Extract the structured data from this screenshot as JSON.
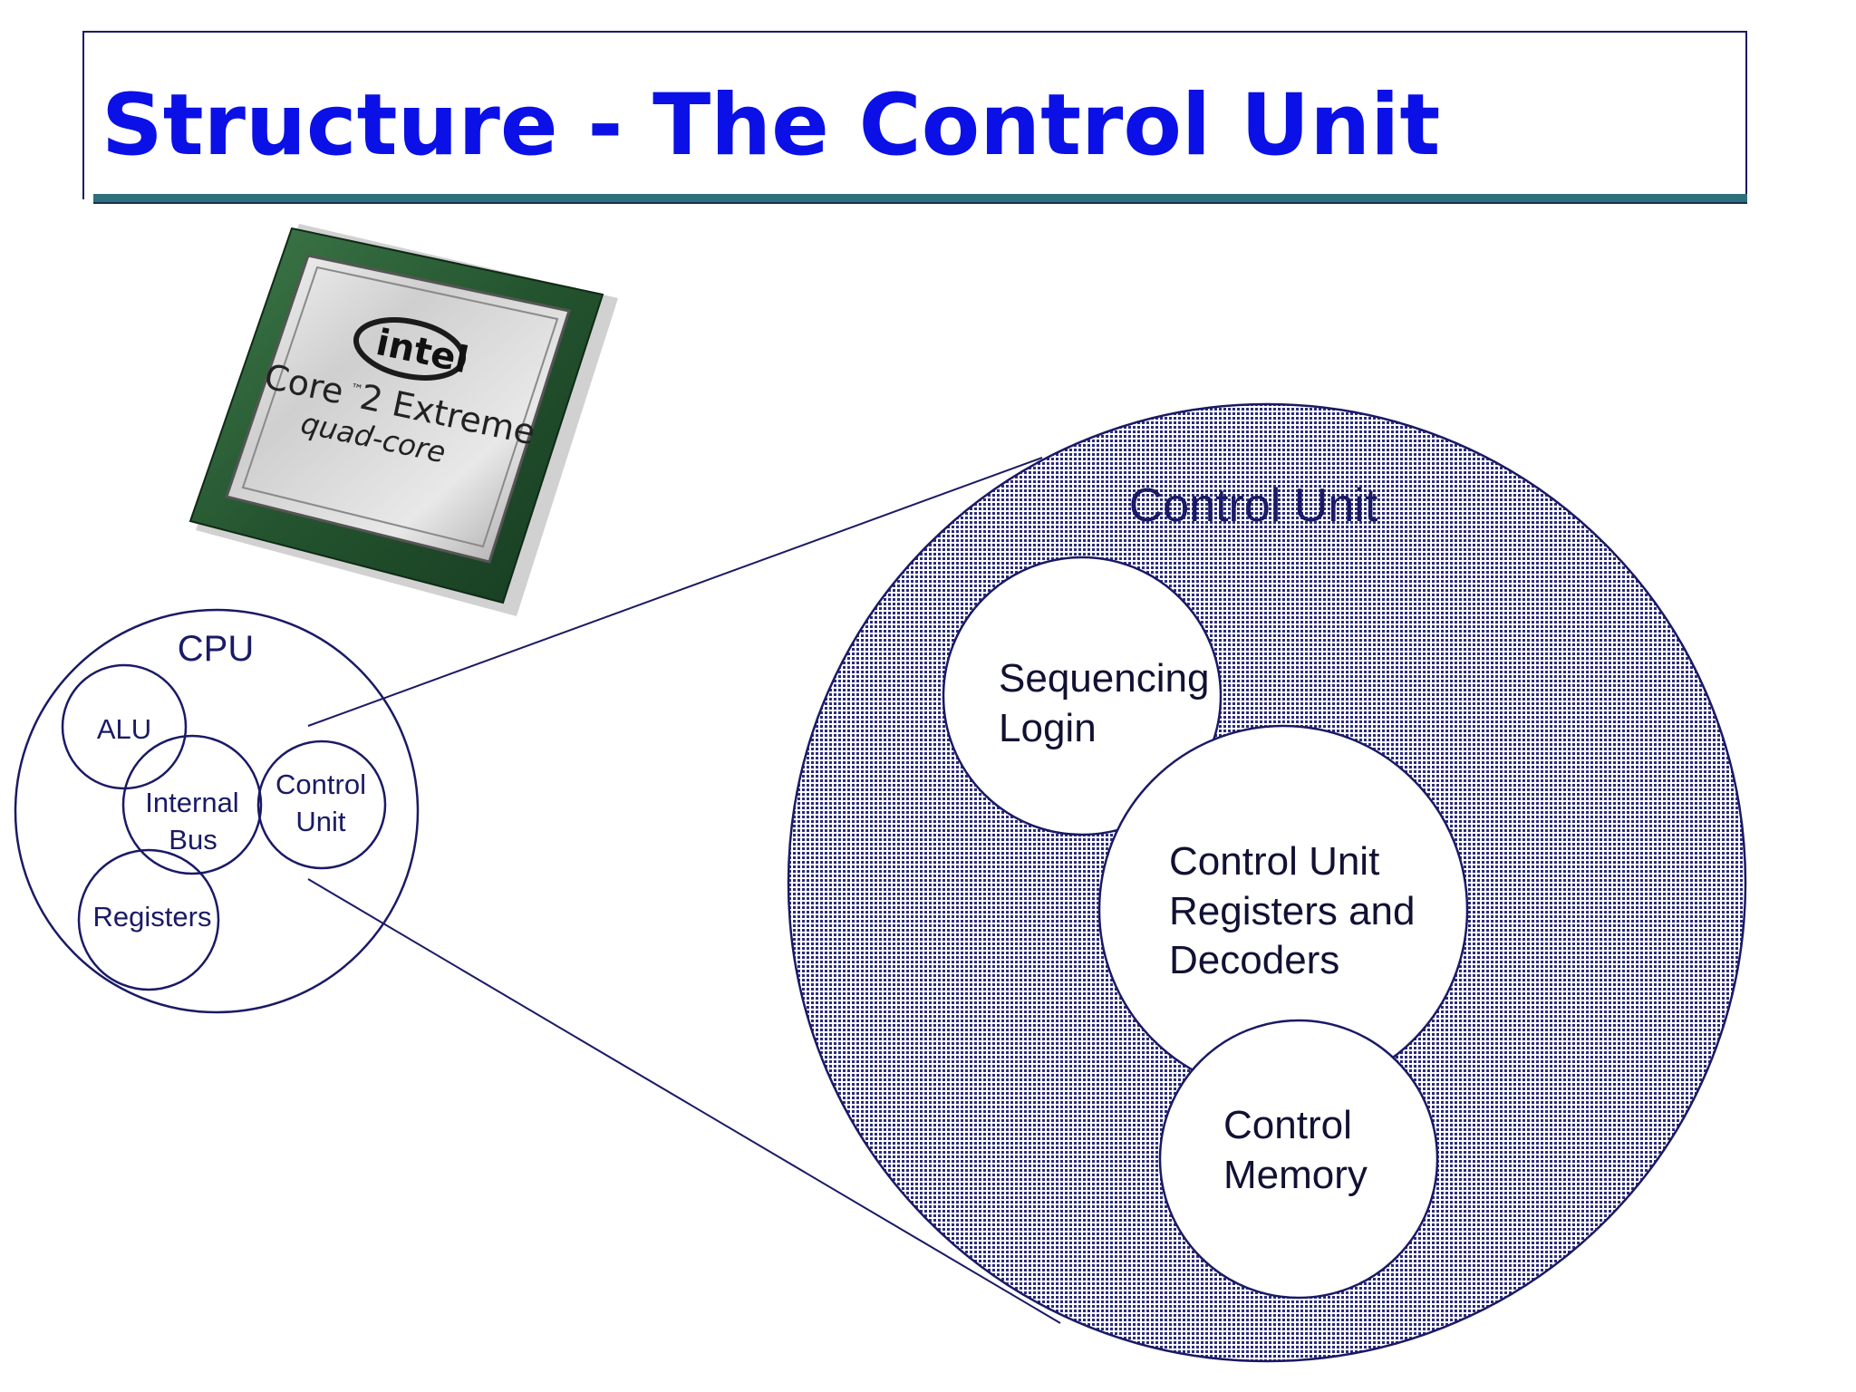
{
  "slide": {
    "title": "Structure - The Control Unit"
  },
  "chip": {
    "brand": "intel",
    "line1": "Core",
    "tm": "™",
    "line1b": "2 Extreme",
    "line2": "quad-core"
  },
  "cpu_diagram": {
    "cpu": "CPU",
    "alu": "ALU",
    "internal_bus_1": "Internal",
    "internal_bus_2": "Bus",
    "control_unit_1": "Control",
    "control_unit_2": "Unit",
    "registers": "Registers"
  },
  "control_unit_diagram": {
    "title": "Control Unit",
    "sequencing_1": "Sequencing",
    "sequencing_2": "Login",
    "registers_1": "Control Unit",
    "registers_2": "Registers and",
    "registers_3": "Decoders",
    "memory_1": "Control",
    "memory_2": "Memory"
  },
  "colors": {
    "title": "#0a10e6",
    "outline": "#1a1a66",
    "hatch": "#2b2b7a",
    "rule": "#2e6f7d"
  }
}
